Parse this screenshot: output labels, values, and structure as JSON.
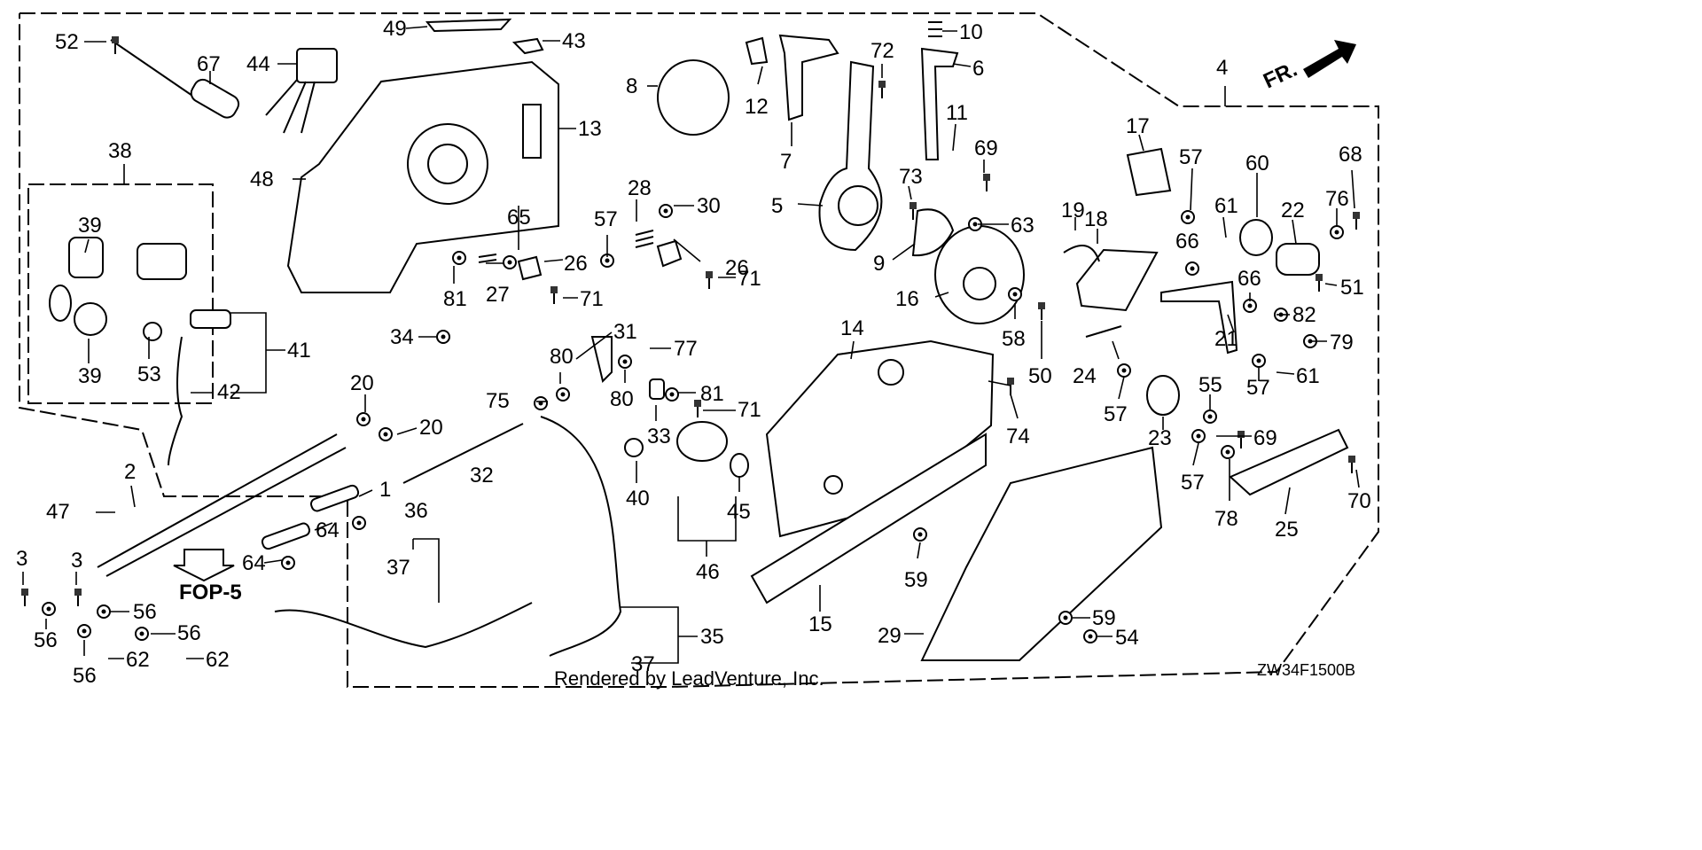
{
  "diagram": {
    "figure_code": "ZW34F1500B",
    "credit": "Rendered by LeadVenture, Inc.",
    "reference_label": "FOP-5",
    "front_label": "FR.",
    "callouts": [
      {
        "id": "c1",
        "text": "1"
      },
      {
        "id": "c2",
        "text": "2"
      },
      {
        "id": "c3a",
        "text": "3"
      },
      {
        "id": "c3b",
        "text": "3"
      },
      {
        "id": "c4",
        "text": "4"
      },
      {
        "id": "c5",
        "text": "5"
      },
      {
        "id": "c6",
        "text": "6"
      },
      {
        "id": "c7",
        "text": "7"
      },
      {
        "id": "c8",
        "text": "8"
      },
      {
        "id": "c9",
        "text": "9"
      },
      {
        "id": "c10",
        "text": "10"
      },
      {
        "id": "c11",
        "text": "11"
      },
      {
        "id": "c12",
        "text": "12"
      },
      {
        "id": "c13",
        "text": "13"
      },
      {
        "id": "c14",
        "text": "14"
      },
      {
        "id": "c15",
        "text": "15"
      },
      {
        "id": "c16",
        "text": "16"
      },
      {
        "id": "c17",
        "text": "17"
      },
      {
        "id": "c18",
        "text": "18"
      },
      {
        "id": "c19",
        "text": "19"
      },
      {
        "id": "c20a",
        "text": "20"
      },
      {
        "id": "c20b",
        "text": "20"
      },
      {
        "id": "c21",
        "text": "21"
      },
      {
        "id": "c22",
        "text": "22"
      },
      {
        "id": "c23",
        "text": "23"
      },
      {
        "id": "c24",
        "text": "24"
      },
      {
        "id": "c25",
        "text": "25"
      },
      {
        "id": "c26a",
        "text": "26"
      },
      {
        "id": "c26b",
        "text": "26"
      },
      {
        "id": "c27",
        "text": "27"
      },
      {
        "id": "c28",
        "text": "28"
      },
      {
        "id": "c29",
        "text": "29"
      },
      {
        "id": "c30",
        "text": "30"
      },
      {
        "id": "c31",
        "text": "31"
      },
      {
        "id": "c32",
        "text": "32"
      },
      {
        "id": "c33",
        "text": "33"
      },
      {
        "id": "c34",
        "text": "34"
      },
      {
        "id": "c35",
        "text": "35"
      },
      {
        "id": "c36",
        "text": "36"
      },
      {
        "id": "c37a",
        "text": "37"
      },
      {
        "id": "c37b",
        "text": "37"
      },
      {
        "id": "c38",
        "text": "38"
      },
      {
        "id": "c39a",
        "text": "39"
      },
      {
        "id": "c39b",
        "text": "39"
      },
      {
        "id": "c40",
        "text": "40"
      },
      {
        "id": "c41",
        "text": "41"
      },
      {
        "id": "c42",
        "text": "42"
      },
      {
        "id": "c43",
        "text": "43"
      },
      {
        "id": "c44",
        "text": "44"
      },
      {
        "id": "c45",
        "text": "45"
      },
      {
        "id": "c46",
        "text": "46"
      },
      {
        "id": "c47",
        "text": "47"
      },
      {
        "id": "c48",
        "text": "48"
      },
      {
        "id": "c49",
        "text": "49"
      },
      {
        "id": "c50",
        "text": "50"
      },
      {
        "id": "c51",
        "text": "51"
      },
      {
        "id": "c52",
        "text": "52"
      },
      {
        "id": "c53",
        "text": "53"
      },
      {
        "id": "c54",
        "text": "54"
      },
      {
        "id": "c55",
        "text": "55"
      },
      {
        "id": "c56a",
        "text": "56"
      },
      {
        "id": "c56b",
        "text": "56"
      },
      {
        "id": "c56c",
        "text": "56"
      },
      {
        "id": "c56d",
        "text": "56"
      },
      {
        "id": "c57a",
        "text": "57"
      },
      {
        "id": "c57b",
        "text": "57"
      },
      {
        "id": "c57c",
        "text": "57"
      },
      {
        "id": "c57d",
        "text": "57"
      },
      {
        "id": "c57e",
        "text": "57"
      },
      {
        "id": "c58",
        "text": "58"
      },
      {
        "id": "c59a",
        "text": "59"
      },
      {
        "id": "c59b",
        "text": "59"
      },
      {
        "id": "c60",
        "text": "60"
      },
      {
        "id": "c61a",
        "text": "61"
      },
      {
        "id": "c61b",
        "text": "61"
      },
      {
        "id": "c62a",
        "text": "62"
      },
      {
        "id": "c62b",
        "text": "62"
      },
      {
        "id": "c63",
        "text": "63"
      },
      {
        "id": "c64a",
        "text": "64"
      },
      {
        "id": "c64b",
        "text": "64"
      },
      {
        "id": "c65",
        "text": "65"
      },
      {
        "id": "c66a",
        "text": "66"
      },
      {
        "id": "c66b",
        "text": "66"
      },
      {
        "id": "c67",
        "text": "67"
      },
      {
        "id": "c68",
        "text": "68"
      },
      {
        "id": "c69a",
        "text": "69"
      },
      {
        "id": "c69b",
        "text": "69"
      },
      {
        "id": "c70",
        "text": "70"
      },
      {
        "id": "c71a",
        "text": "71"
      },
      {
        "id": "c71b",
        "text": "71"
      },
      {
        "id": "c71c",
        "text": "71"
      },
      {
        "id": "c72",
        "text": "72"
      },
      {
        "id": "c73",
        "text": "73"
      },
      {
        "id": "c74",
        "text": "74"
      },
      {
        "id": "c75",
        "text": "75"
      },
      {
        "id": "c76",
        "text": "76"
      },
      {
        "id": "c77",
        "text": "77"
      },
      {
        "id": "c78",
        "text": "78"
      },
      {
        "id": "c79",
        "text": "79"
      },
      {
        "id": "c80a",
        "text": "80"
      },
      {
        "id": "c80b",
        "text": "80"
      },
      {
        "id": "c81a",
        "text": "81"
      },
      {
        "id": "c81b",
        "text": "81"
      },
      {
        "id": "c82",
        "text": "82"
      }
    ]
  }
}
